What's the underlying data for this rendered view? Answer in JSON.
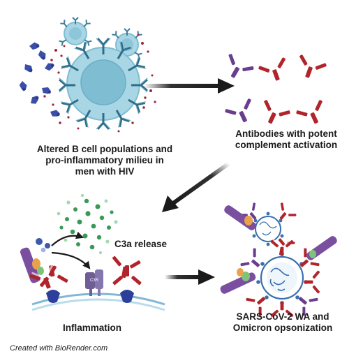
{
  "labels": {
    "b_cell": [
      "Altered B cell populations and",
      "pro-inflammatory milieu in",
      "men with HIV"
    ],
    "antibodies": [
      "Antibodies with potent",
      "complement activation"
    ],
    "c3a": "C3a release",
    "inflammation": "Inflammation",
    "sars": [
      "SARS-CoV-2 WA and",
      "Omicron opsonization"
    ],
    "receptor": "C3R",
    "credit": "Created with BioRender.com"
  },
  "colors": {
    "cell_fill": "#a9d6e4",
    "nucleus_fill": "#7fbdd2",
    "antibody_blue": "#2f6e8a",
    "antibody_red": "#b1242c",
    "antibody_purple": "#6a3d8f",
    "dots_red": "#a0253a",
    "c3a_green": "#3a9a55",
    "arrow": "#1a1a1a",
    "virus_purple": "#7a4fa0",
    "receptor_purple": "#6f5d96",
    "membrane_blue": "#7fb8d4"
  },
  "icons": [
    "b-cell-icon",
    "virus-icon",
    "antibody-icon",
    "c3a-molecule-icon",
    "receptor-icon",
    "arrow-icon"
  ]
}
